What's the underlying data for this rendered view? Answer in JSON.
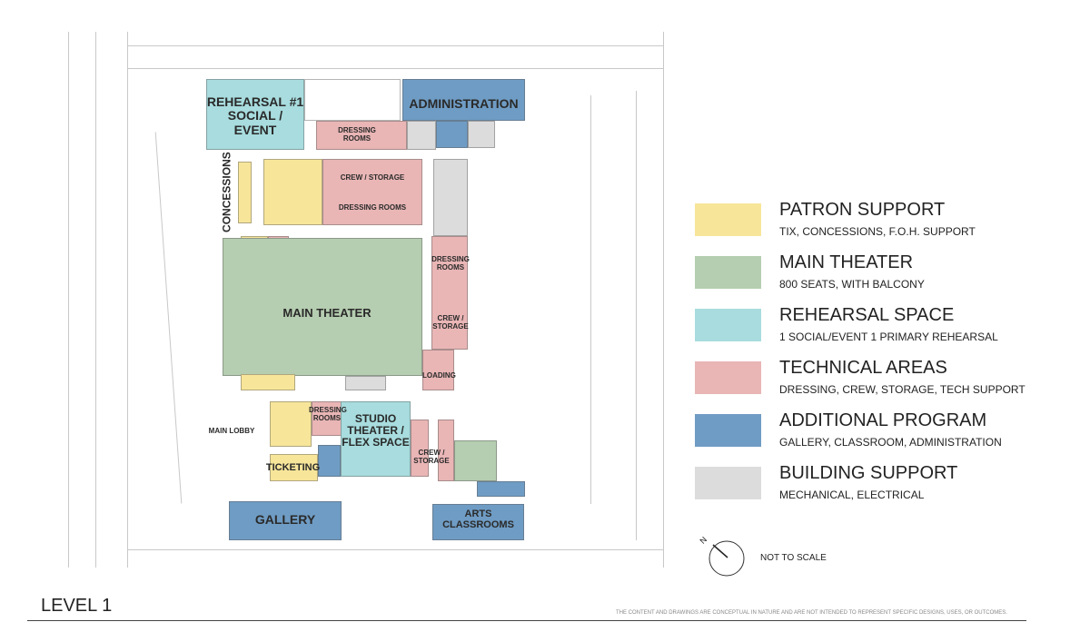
{
  "rooms": {
    "rehearsal": "REHEARSAL #1\nSOCIAL / EVENT",
    "administration": "ADMINISTRATION",
    "dressing_top": "DRESSING\nROOMS",
    "crew_storage_top": "CREW / STORAGE",
    "dressing_mid": "DRESSING ROOMS",
    "concessions": "CONCESSIONS",
    "main_theater": "MAIN THEATER",
    "dressing_right": "DRESSING\nROOMS",
    "crew_storage_right": "CREW /\nSTORAGE",
    "loading": "LOADING",
    "main_lobby": "MAIN LOBBY",
    "dressing_lower": "DRESSING\nROOMS",
    "studio": "STUDIO\nTHEATER /\nFLEX SPACE",
    "crew_storage_lower": "CREW /\nSTORAGE",
    "ticketing": "TICKETING",
    "gallery": "GALLERY",
    "arts_classrooms": "ARTS\nCLASSROOMS"
  },
  "legend": [
    {
      "title": "PATRON SUPPORT",
      "subtitle": "TIX, CONCESSIONS, F.O.H. SUPPORT",
      "color": "#f7e59a"
    },
    {
      "title": "MAIN THEATER",
      "subtitle": "800 SEATS, WITH BALCONY",
      "color": "#b5cdb0"
    },
    {
      "title": "REHEARSAL SPACE",
      "subtitle": "1 SOCIAL/EVENT 1 PRIMARY REHEARSAL",
      "color": "#a8dcde"
    },
    {
      "title": "TECHNICAL AREAS",
      "subtitle": "DRESSING, CREW, STORAGE, TECH SUPPORT",
      "color": "#e9b5b5"
    },
    {
      "title": "ADDITIONAL PROGRAM",
      "subtitle": "GALLERY, CLASSROOM, ADMINISTRATION",
      "color": "#6f9cc4"
    },
    {
      "title": "BUILDING SUPPORT",
      "subtitle": "MECHANICAL, ELECTRICAL",
      "color": "#dcdcdc"
    }
  ],
  "scale_note": "NOT TO SCALE",
  "compass_label": "N",
  "level": "LEVEL 1",
  "disclaimer": "THE CONTENT AND DRAWINGS ARE CONCEPTUAL IN NATURE AND ARE NOT INTENDED TO REPRESENT SPECIFIC DESIGNS, USES, OR OUTCOMES."
}
